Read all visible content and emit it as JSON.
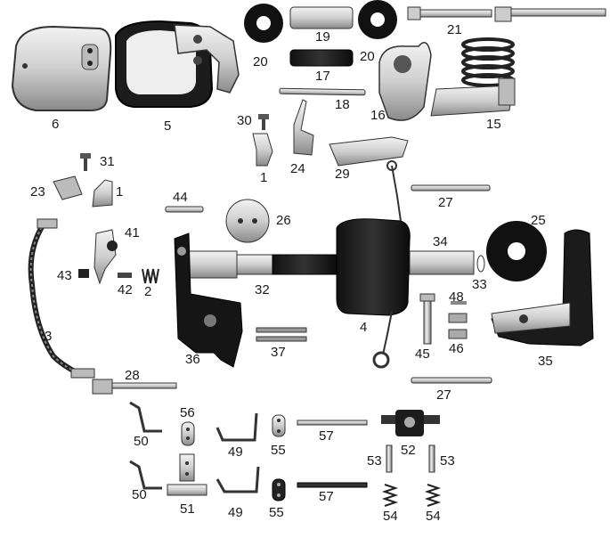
{
  "diagram": {
    "labels": [
      "6",
      "5",
      "20",
      "19",
      "20",
      "17",
      "18",
      "21",
      "16",
      "15",
      "30",
      "1",
      "24",
      "29",
      "31",
      "23",
      "1",
      "44",
      "26",
      "27",
      "25",
      "41",
      "34",
      "43",
      "42",
      "2",
      "32",
      "4",
      "33",
      "48",
      "3",
      "36",
      "37",
      "45",
      "46",
      "35",
      "28",
      "27",
      "56",
      "50",
      "49",
      "55",
      "57",
      "52",
      "53",
      "53",
      "51",
      "50",
      "49",
      "55",
      "57",
      "54",
      "54"
    ]
  }
}
